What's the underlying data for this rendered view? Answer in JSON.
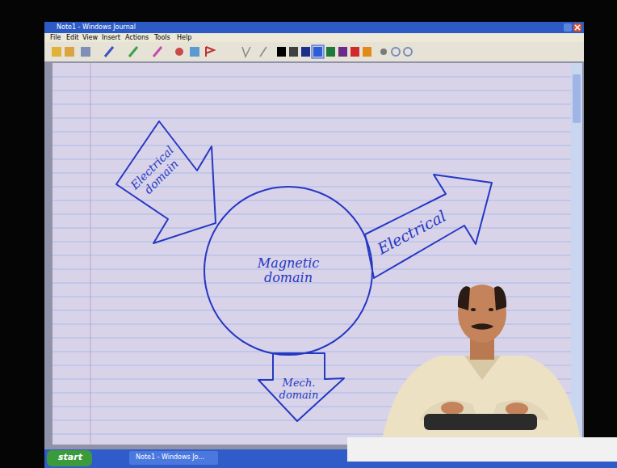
{
  "diagram": {
    "nodes": [
      {
        "text": [
          "Electrical domain"
        ]
      },
      {
        "text": [
          "Electrical"
        ]
      },
      {
        "text": [
          "Magnetic domain"
        ]
      },
      {
        "text": [
          "Mech. domain"
        ]
      }
    ],
    "labels": [
      "Note1 - Windows Journal",
      "File",
      "Edit",
      "View",
      "Insert",
      "Actions",
      "Tools",
      "Help",
      "start",
      "Note1 - Windows Jo..."
    ]
  }
}
